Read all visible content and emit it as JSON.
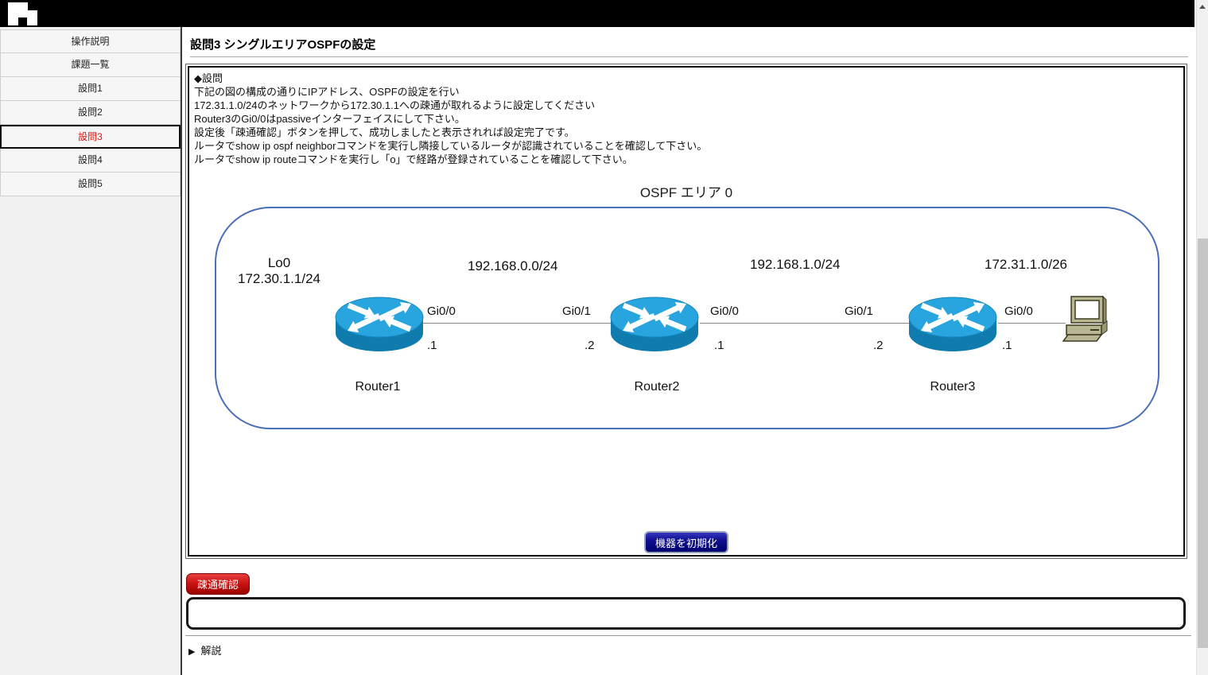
{
  "sidebar": {
    "items": [
      {
        "label": "操作説明",
        "active": false
      },
      {
        "label": "課題一覧",
        "active": false
      },
      {
        "label": "設問1",
        "active": false
      },
      {
        "label": "設問2",
        "active": false
      },
      {
        "label": "設問3",
        "active": true
      },
      {
        "label": "設問4",
        "active": false
      },
      {
        "label": "設問5",
        "active": false
      }
    ]
  },
  "main": {
    "title": "設問3 シングルエリアOSPFの設定",
    "question_header": "◆設問",
    "instructions": [
      "下記の図の構成の通りにIPアドレス、OSPFの設定を行い",
      "172.31.1.0/24のネットワークから172.30.1.1への疎通が取れるように設定してください",
      "Router3のGi0/0はpassiveインターフェイスにして下さい。",
      "設定後「疎通確認」ボタンを押して、成功しましたと表示されれば設定完了です。",
      "ルータでshow ip ospf neighborコマンドを実行し隣接しているルータが認識されていることを確認して下さい。",
      "ルータでshow ip routeコマンドを実行し「o」で経路が登録されていることを確認して下さい。"
    ],
    "init_button_label": "機器を初期化",
    "check_button_label": "疎通確認",
    "output_value": "",
    "explain_marker": "▶",
    "explain_label": "解説"
  },
  "diagram": {
    "area_title": "OSPF エリア 0",
    "lo0_name": "Lo0",
    "lo0_net": "172.30.1.1/24",
    "net1": "192.168.0.0/24",
    "net2": "192.168.1.0/24",
    "net3": "172.31.1.0/26",
    "routers": [
      {
        "name": "Router1"
      },
      {
        "name": "Router2"
      },
      {
        "name": "Router3"
      }
    ],
    "ifaces": {
      "r1_right": "Gi0/0",
      "r1_right_ip": ".1",
      "r2_left": "Gi0/1",
      "r2_left_ip": ".2",
      "r2_right": "Gi0/0",
      "r2_right_ip": ".1",
      "r3_left": "Gi0/1",
      "r3_left_ip": ".2",
      "r3_right": "Gi0/0",
      "r3_right_ip": ".1"
    }
  },
  "colors": {
    "topbar": "#000000",
    "sidebar_bg": "#f1f1f1",
    "active_item_text": "#e81010",
    "router_top": "#28a4de",
    "router_body": "#0f7cad",
    "area_border": "#4a6fb8",
    "init_button": "#00008b",
    "check_button": "#cc1414"
  }
}
